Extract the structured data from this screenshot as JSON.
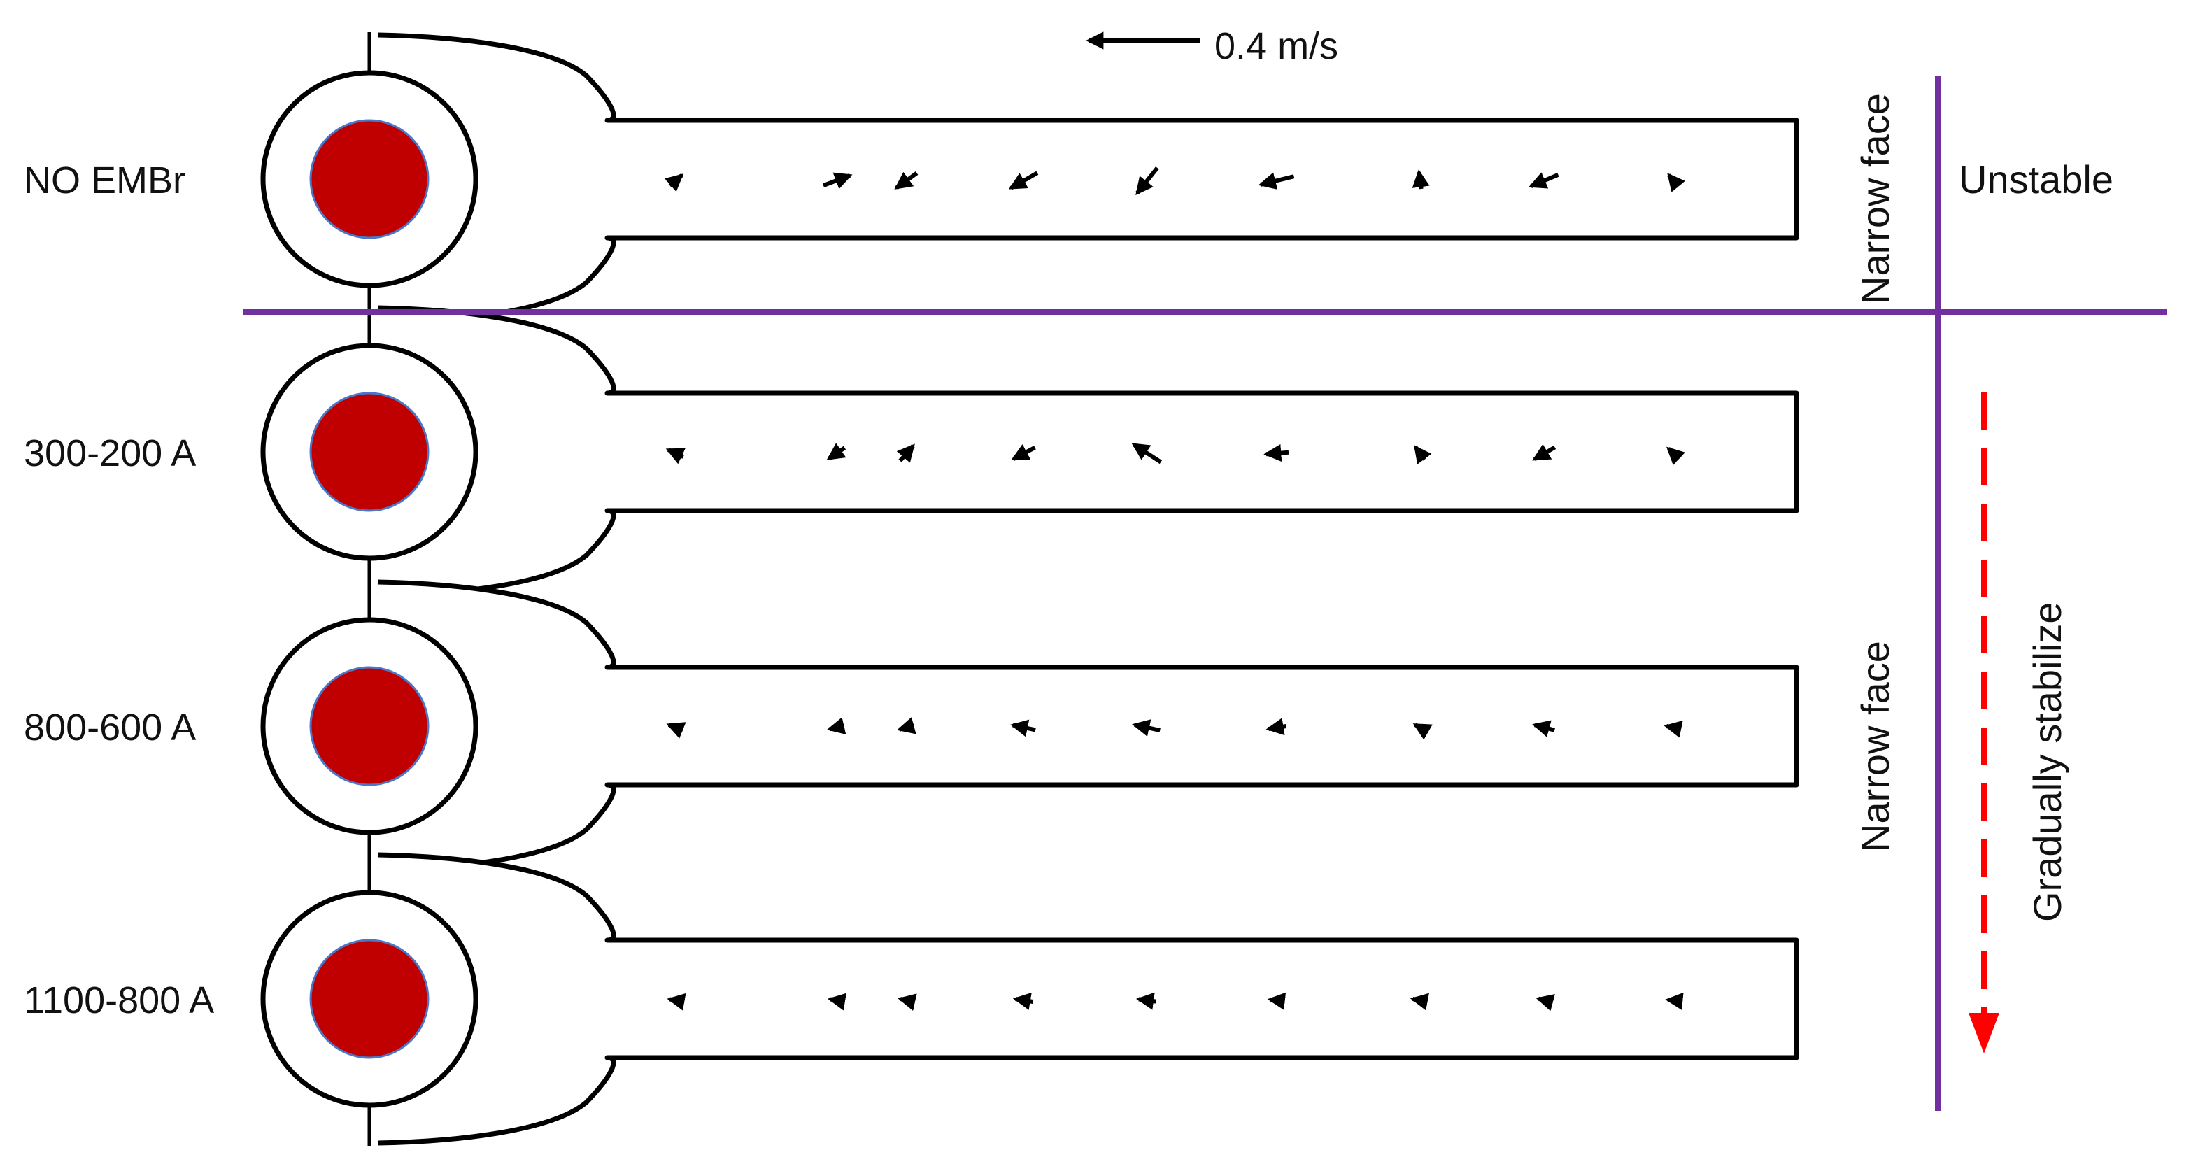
{
  "scale": {
    "label": "0.4 m/s",
    "speed": 0.4
  },
  "labels": {
    "unstable": "Unstable",
    "narrow_face_top": "Narrow face",
    "narrow_face_bottom": "Narrow face",
    "gradually_stabilize": "Gradually stabilize"
  },
  "colors": {
    "divider": "#7030a0",
    "nozzle_fill": "#c00000",
    "nozzle_stroke": "#4a77c9",
    "trend_arrow": "#ff0000",
    "vector": "#000000"
  },
  "rows": [
    {
      "label": "NO EMBr",
      "vectors": [
        [
          0.042,
          0.037
        ],
        [
          0.095,
          0.036
        ],
        [
          -0.073,
          -0.053
        ],
        [
          -0.094,
          -0.054
        ],
        [
          -0.072,
          -0.09
        ],
        [
          -0.118,
          -0.029
        ],
        [
          -0.008,
          0.06
        ],
        [
          -0.097,
          -0.041
        ],
        [
          -0.032,
          0.039
        ]
      ]
    },
    {
      "label": "300-200 A",
      "vectors": [
        [
          -0.054,
          0.025
        ],
        [
          -0.057,
          -0.039
        ],
        [
          0.047,
          0.054
        ],
        [
          -0.077,
          -0.041
        ],
        [
          -0.097,
          0.063
        ],
        [
          -0.08,
          -0.006
        ],
        [
          -0.033,
          0.044
        ],
        [
          -0.073,
          -0.043
        ],
        [
          -0.036,
          0.034
        ]
      ]
    },
    {
      "label": "800-600 A",
      "vectors": [
        [
          -0.05,
          0.02
        ],
        [
          -0.052,
          -0.012
        ],
        [
          -0.052,
          -0.014
        ],
        [
          -0.081,
          0.017
        ],
        [
          -0.091,
          0.02
        ],
        [
          -0.063,
          -0.01
        ],
        [
          -0.035,
          0.02
        ],
        [
          -0.071,
          0.019
        ],
        [
          -0.049,
          0.01
        ]
      ]
    },
    {
      "label": "1100-800 A",
      "vectors": [
        [
          -0.044,
          0.008
        ],
        [
          -0.046,
          0.008
        ],
        [
          -0.045,
          0.01
        ],
        [
          -0.062,
          0.01
        ],
        [
          -0.061,
          0.008
        ],
        [
          -0.053,
          0.006
        ],
        [
          -0.052,
          0.01
        ],
        [
          -0.045,
          0.012
        ],
        [
          -0.04,
          0.004
        ]
      ]
    }
  ]
}
